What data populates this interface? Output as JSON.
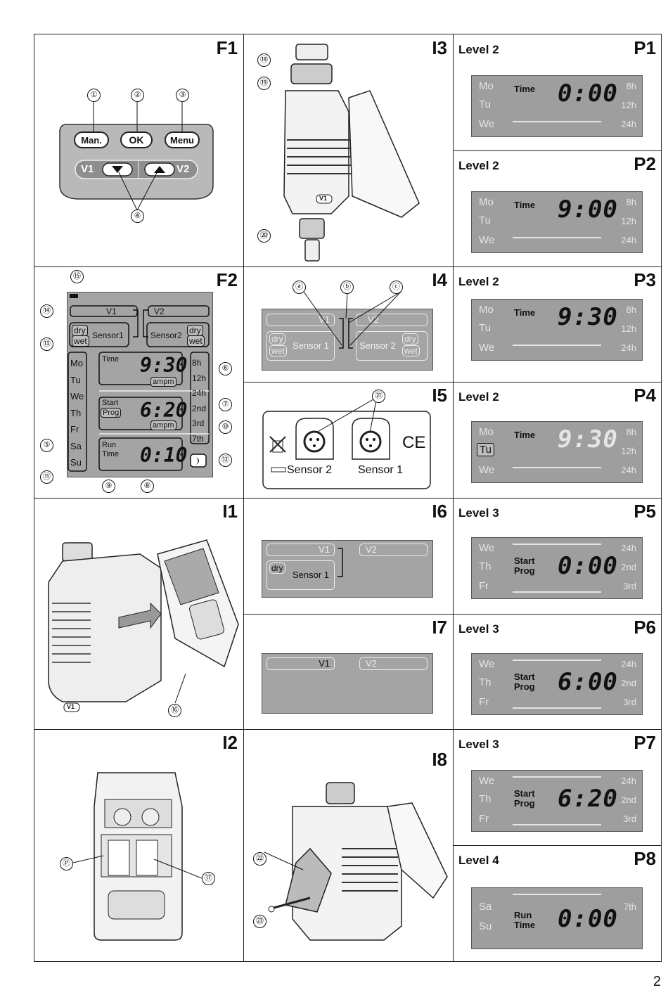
{
  "page_number": "2",
  "panels": {
    "F1": {
      "label": "F1",
      "buttons": {
        "man": "Man.",
        "ok": "OK",
        "menu": "Menu",
        "v1": "V1",
        "v2": "V2"
      },
      "callouts": [
        "①",
        "②",
        "③",
        "④"
      ]
    },
    "F2": {
      "label": "F2",
      "valve1": "V1",
      "valve2": "V2",
      "sensor1": "Sensor1",
      "sensor2": "Sensor2",
      "dry": "dry",
      "wet": "wet",
      "days": [
        "Mo",
        "Tu",
        "We",
        "Th",
        "Fr",
        "Sa",
        "Su"
      ],
      "right_buttons": [
        "8h",
        "12h",
        "24h",
        "2nd",
        "3rd",
        "7th"
      ],
      "time_label": "Time",
      "time_value": "9:30",
      "ampm": "ampm",
      "start_label": "Start",
      "prog_label": "Prog",
      "start_value": "6:20",
      "run_label": "Run",
      "run_time_label": "Time",
      "run_value": "0:10",
      "callouts": [
        "⑤",
        "⑥",
        "⑦",
        "⑧",
        "⑨",
        "⑩",
        "⑪",
        "⑫",
        "⑬",
        "⑭",
        "⑮"
      ]
    },
    "I1": {
      "label": "I1",
      "callouts": [
        "⑯"
      ],
      "badge": "V1"
    },
    "I2": {
      "label": "I2",
      "callouts": [
        "Ⓟ",
        "⑰"
      ]
    },
    "I3": {
      "label": "I3",
      "callouts": [
        "⑱",
        "⑲",
        "⑳"
      ],
      "badge": "V1"
    },
    "I4": {
      "label": "I4",
      "callouts": [
        "ⓐ",
        "ⓑ",
        "ⓒ"
      ],
      "valve1": "V1",
      "valve2": "V2",
      "sensor1": "Sensor 1",
      "sensor2": "Sensor 2",
      "dry": "dry",
      "wet": "wet"
    },
    "I5": {
      "label": "I5",
      "callouts": [
        "㉑"
      ],
      "sensor2": "Sensor  2",
      "sensor1": "Sensor  1",
      "ce": "CE"
    },
    "I6": {
      "label": "I6",
      "valve1": "V1",
      "valve2": "V2",
      "dry": "dry",
      "sensor1": "Sensor 1"
    },
    "I7": {
      "label": "I7",
      "valve1": "V1",
      "valve2": "V2"
    },
    "I8": {
      "label": "I8",
      "callouts": [
        "㉒",
        "㉓"
      ]
    },
    "P1": {
      "label": "P1",
      "level": "Level 2",
      "days": [
        "Mo",
        "Tu",
        "We"
      ],
      "right": [
        "8h",
        "12h",
        "24h"
      ],
      "lab1": "Time",
      "lab2": "",
      "value": "0:00"
    },
    "P2": {
      "label": "P2",
      "level": "Level 2",
      "days": [
        "Mo",
        "Tu",
        "We"
      ],
      "right": [
        "8h",
        "12h",
        "24h"
      ],
      "lab1": "Time",
      "lab2": "",
      "value": "9:00"
    },
    "P3": {
      "label": "P3",
      "level": "Level 2",
      "days": [
        "Mo",
        "Tu",
        "We"
      ],
      "right": [
        "8h",
        "12h",
        "24h"
      ],
      "lab1": "Time",
      "lab2": "",
      "value": "9:30"
    },
    "P4": {
      "label": "P4",
      "level": "Level 2",
      "days": [
        "Mo",
        "Tu",
        "We"
      ],
      "right": [
        "8h",
        "12h",
        "24h"
      ],
      "lab1": "Time",
      "lab2": "",
      "value": "9:30"
    },
    "P5": {
      "label": "P5",
      "level": "Level 3",
      "days": [
        "We",
        "Th",
        "Fr"
      ],
      "right": [
        "24h",
        "2nd",
        "3rd"
      ],
      "lab1": "Start",
      "lab2": "Prog",
      "value": "0:00"
    },
    "P6": {
      "label": "P6",
      "level": "Level 3",
      "days": [
        "We",
        "Th",
        "Fr"
      ],
      "right": [
        "24h",
        "2nd",
        "3rd"
      ],
      "lab1": "Start",
      "lab2": "Prog",
      "value": "6:00"
    },
    "P7": {
      "label": "P7",
      "level": "Level 3",
      "days": [
        "We",
        "Th",
        "Fr"
      ],
      "right": [
        "24h",
        "2nd",
        "3rd"
      ],
      "lab1": "Start",
      "lab2": "Prog",
      "value": "6:20"
    },
    "P8": {
      "label": "P8",
      "level": "Level 4",
      "days": [
        "Sa",
        "Su"
      ],
      "right": [
        "7th"
      ],
      "lab1": "Run",
      "lab2": "Time",
      "value": "0:00"
    }
  },
  "colors": {
    "lcd": "#9e9e9e",
    "line": "#222222"
  }
}
